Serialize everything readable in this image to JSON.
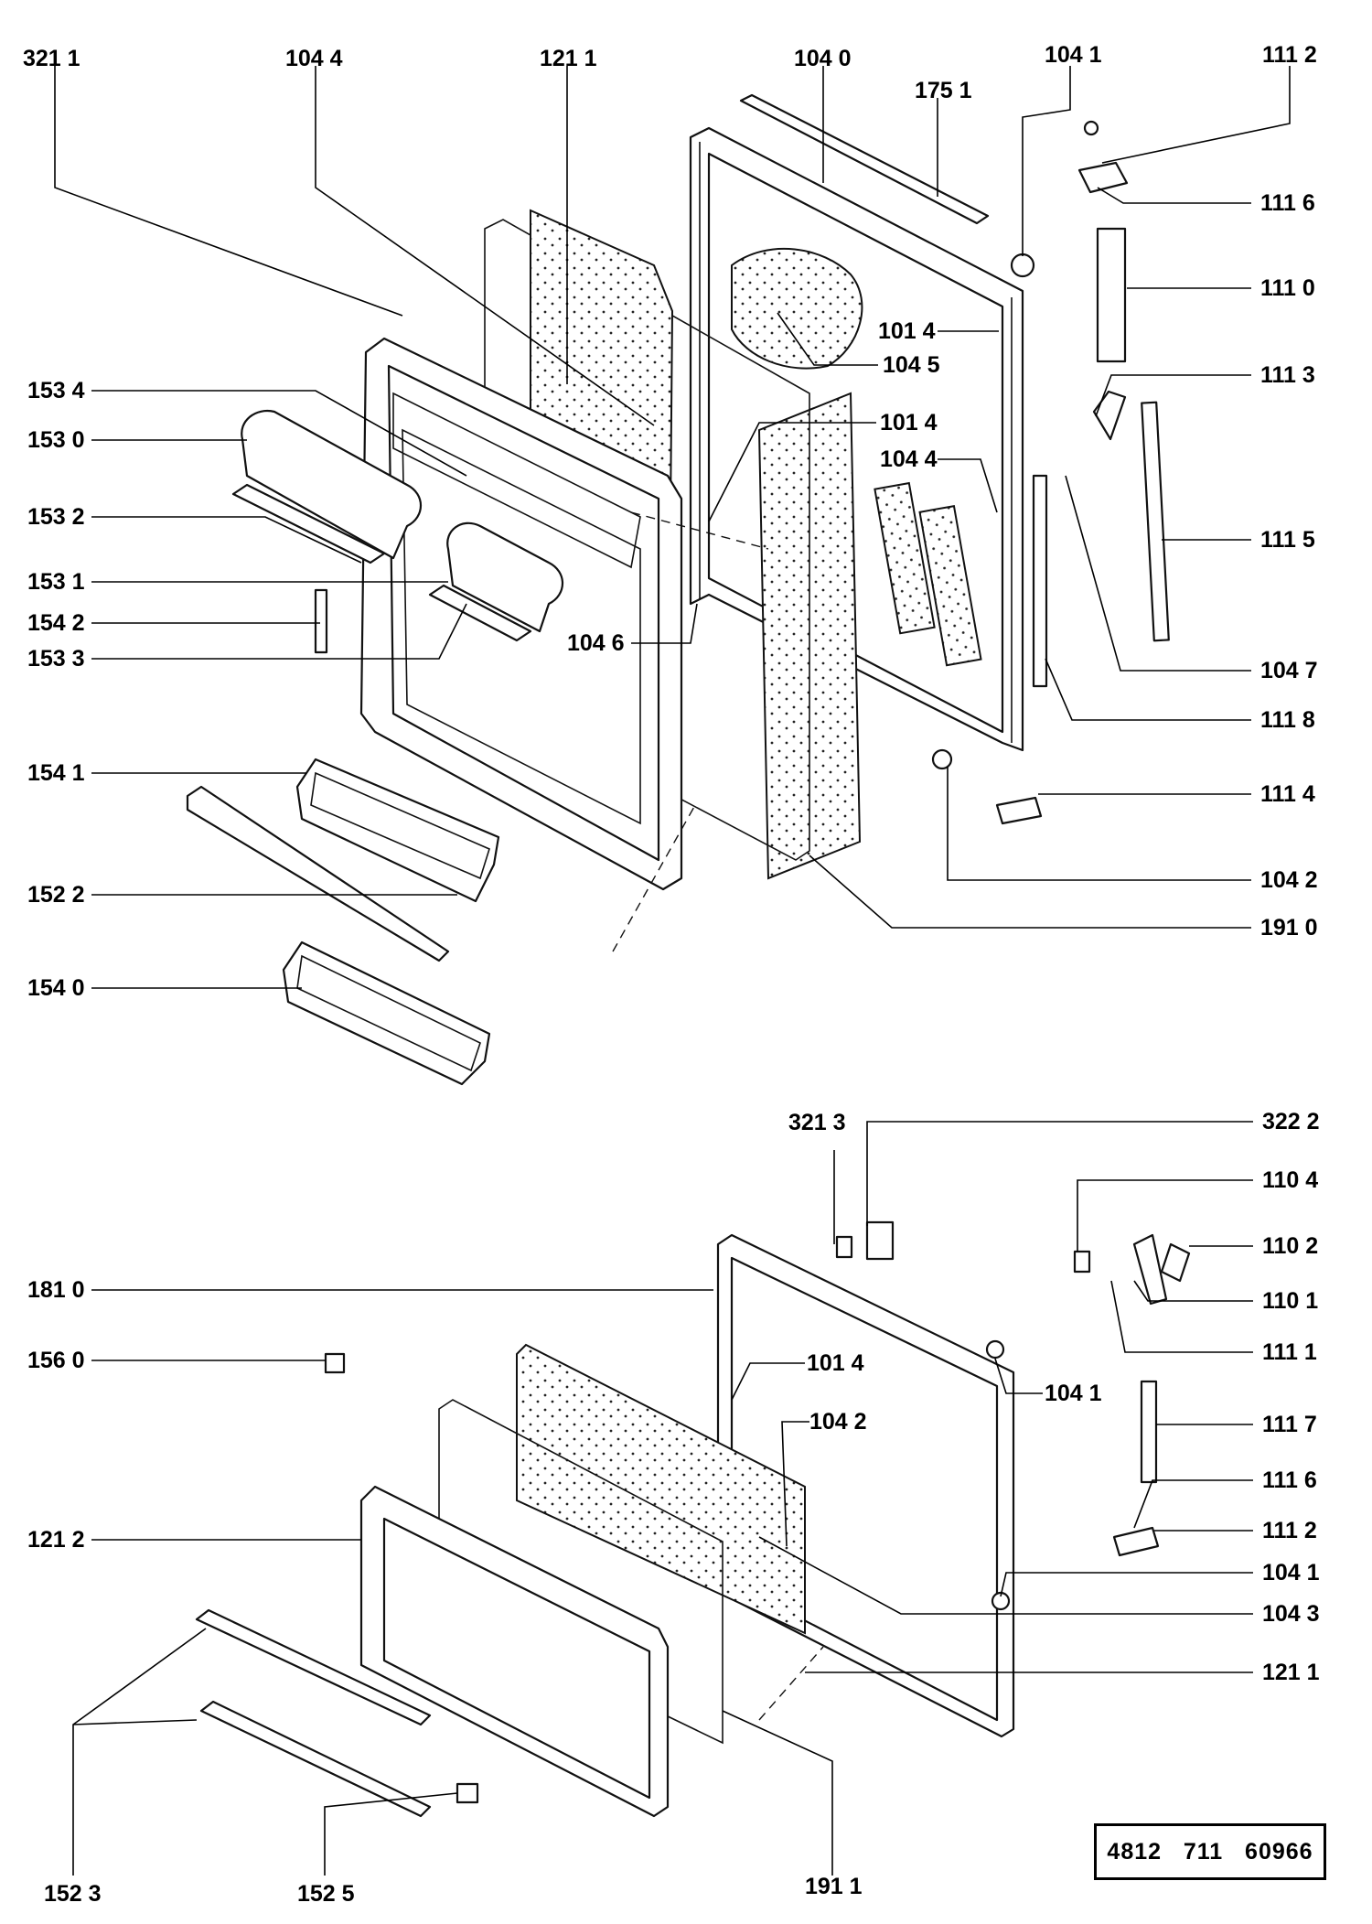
{
  "drawing_number": "4812   711   60966",
  "callouts": {
    "l_321_1": "321 1",
    "l_104_4a": "104 4",
    "l_121_1a": "121 1",
    "l_104_0": "104 0",
    "l_175_1": "175 1",
    "l_104_1a": "104 1",
    "l_111_2a": "111 2",
    "l_111_6a": "111 6",
    "l_111_0": "111 0",
    "l_101_4a": "101 4",
    "l_104_5": "104 5",
    "l_111_3": "111 3",
    "l_153_4": "153 4",
    "l_153_0": "153 0",
    "l_101_4b": "101 4",
    "l_104_4b": "104 4",
    "l_153_2": "153 2",
    "l_111_5": "111 5",
    "l_153_1": "153 1",
    "l_154_2": "154 2",
    "l_104_6": "104 6",
    "l_153_3": "153 3",
    "l_104_7": "104 7",
    "l_111_8": "111 8",
    "l_154_1": "154 1",
    "l_111_4": "111 4",
    "l_152_2": "152 2",
    "l_104_2a": "104 2",
    "l_191_0": "191 0",
    "l_154_0": "154 0",
    "l_321_3": "321 3",
    "l_322_2": "322 2",
    "l_110_4": "110 4",
    "l_110_2": "110 2",
    "l_181_0": "181 0",
    "l_110_1": "110 1",
    "l_156_0": "156 0",
    "l_111_1": "111 1",
    "l_101_4c": "101 4",
    "l_104_1b": "104 1",
    "l_104_2b": "104 2",
    "l_111_7": "111 7",
    "l_111_6b": "111 6",
    "l_121_2": "121 2",
    "l_111_2b": "111 2",
    "l_104_1c": "104 1",
    "l_104_3": "104 3",
    "l_121_1b": "121 1",
    "l_152_3": "152 3",
    "l_152_5": "152 5",
    "l_191_1": "191 1"
  }
}
